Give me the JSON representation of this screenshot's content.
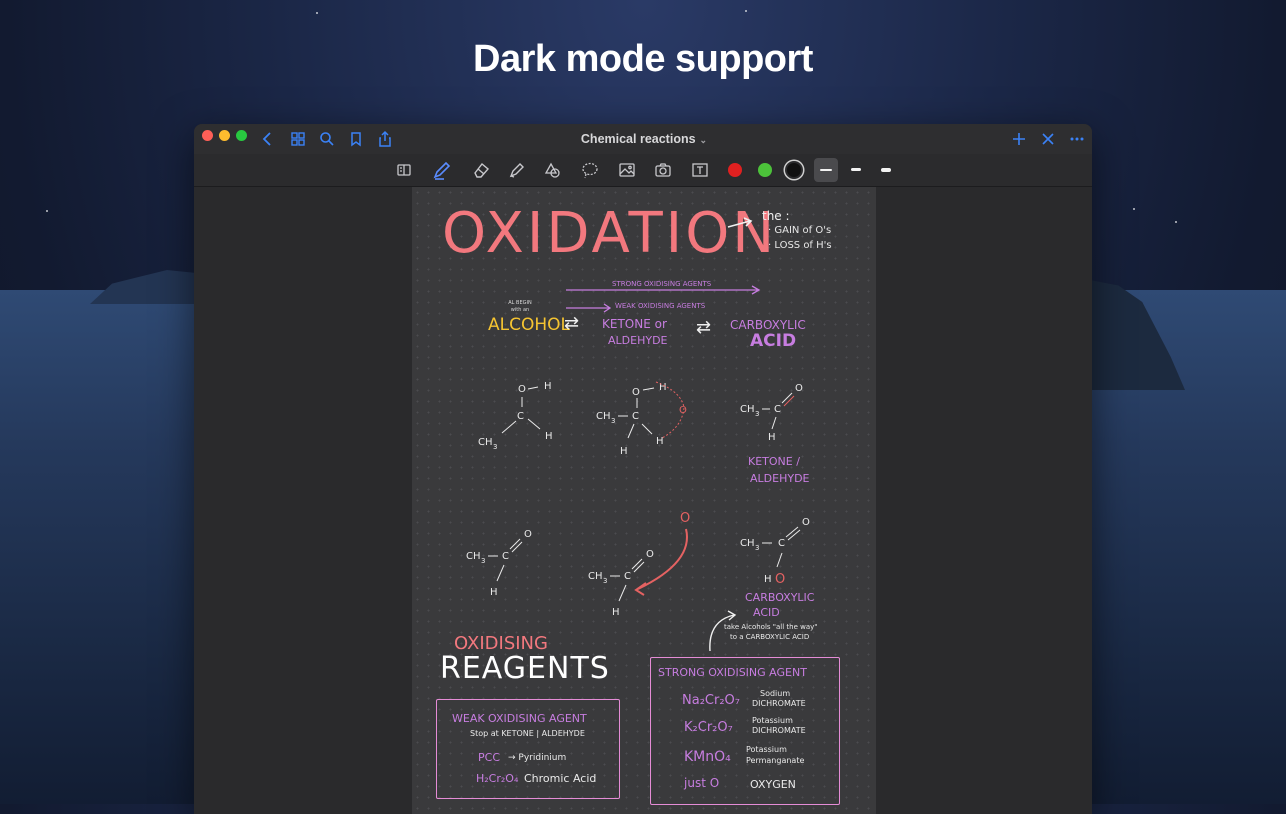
{
  "headline": "Dark mode support",
  "window": {
    "title": "Chemical reactions",
    "traffic_colors": [
      "#ff5f57",
      "#febc2e",
      "#28c840"
    ]
  },
  "colors": {
    "accent": "#3b82f6",
    "red": "#e02020",
    "green": "#4cc23a",
    "black": "#111111"
  },
  "note": {
    "heading": "OXIDATION",
    "the": "the :",
    "gain": "· GAIN of O's",
    "loss": "· LOSS of H's",
    "strong_arrow_label": "STRONG OXIDISING AGENTS",
    "weak_arrow_label": "WEAK OXIDISING AGENTS",
    "alcohol_small": "AL BEGIN with an",
    "alcohol": "ALCOHOL",
    "ketone_or": "KETONE or",
    "aldehyde": "ALDEHYDE",
    "carboxylic": "CARBOXYLIC",
    "acid": "ACID",
    "ketone_aldehyde_1": "KETONE /",
    "ketone_aldehyde_2": "ALDEHYDE",
    "o_red": "O",
    "carboxylic_2": "CARBOXYLIC",
    "acid_2": "ACID",
    "take_alcohols": "take Alcohols \"all the way\"",
    "to_acid": "to a CARBOXYLIC ACID",
    "oxidising": "OXIDISING",
    "reagents": "REAGENTS",
    "weak_agent": "WEAK OXIDISING AGENT",
    "stop_at": "Stop at KETONE | ALDEHYDE",
    "pcc": "PCC",
    "pcc_name": "→ Pyridinium",
    "h2cr2o4": "H₂Cr₂O₄",
    "chromic": "Chromic Acid",
    "strong_agent": "STRONG OXIDISING AGENT",
    "na2cr2o7": "Na₂Cr₂O₇",
    "na_name_1": "Sodium",
    "na_name_2": "DICHROMATE",
    "k2cr2o7": "K₂Cr₂O₇",
    "k_name_1": "Potassium",
    "k_name_2": "DICHROMATE",
    "kmno4": "KMnO₄",
    "kmno4_name_1": "Potassium",
    "kmno4_name_2": "Permanganate",
    "just_o": "just O",
    "oxygen": "OXYGEN"
  }
}
